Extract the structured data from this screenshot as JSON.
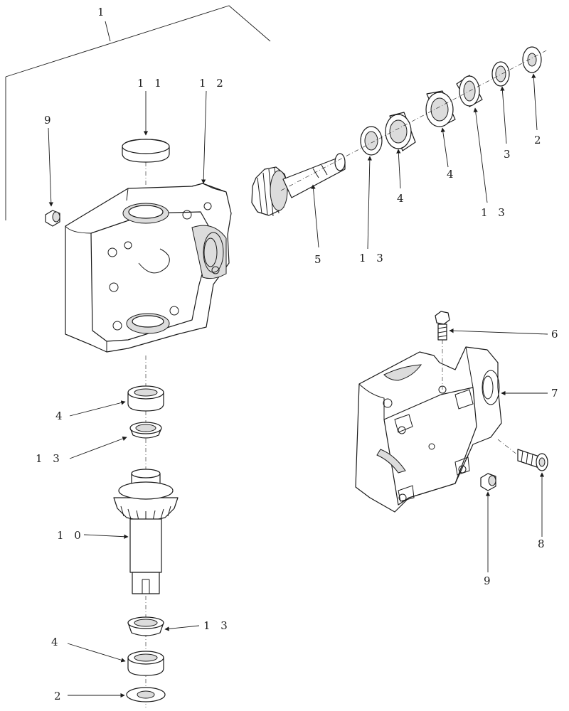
{
  "callouts": {
    "c1": "1",
    "c11": "1 1",
    "c12": "1 2",
    "c9a": "9",
    "c9b": "9",
    "c2a": "2",
    "c2b": "2",
    "c3": "3",
    "c4a": "4",
    "c4b": "4",
    "c4c": "4",
    "c4d": "4",
    "c13a": "1 3",
    "c13b": "1 3",
    "c13c": "1 3",
    "c13d": "1 3",
    "c5": "5",
    "c6": "6",
    "c7": "7",
    "c8": "8",
    "c10": "1 0"
  }
}
